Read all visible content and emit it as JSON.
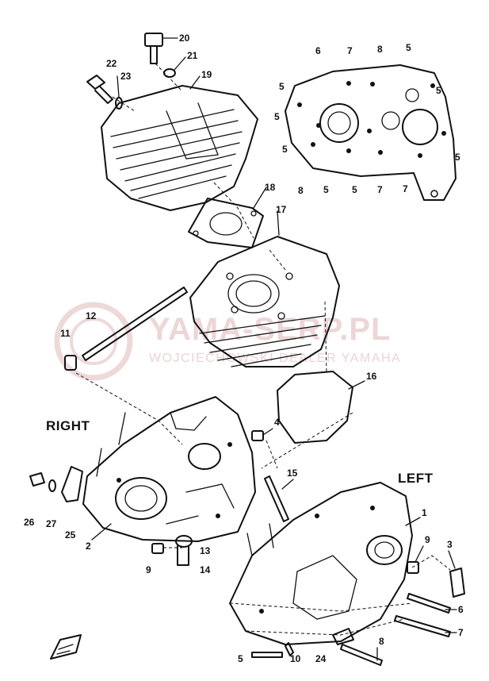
{
  "labels": {
    "right": "RIGHT",
    "left": "LEFT"
  },
  "watermark": {
    "main": "YAMA-SERP.PL",
    "sub": "WOJCIECHOWSKI DEALER YAMAHA",
    "color": "#e7c9c9"
  },
  "callouts": {
    "c1": "1",
    "c2": "2",
    "c3": "3",
    "c4": "4",
    "c5a": "5",
    "c5b": "5",
    "c5c": "5",
    "c5d": "5",
    "c5e": "5",
    "c5f": "5",
    "c5g": "5",
    "c5h": "5",
    "c5i": "5",
    "c6a": "6",
    "c6b": "6",
    "c7a": "7",
    "c7b": "7",
    "c7c": "7",
    "c7d": "7",
    "c8a": "8",
    "c8b": "8",
    "c8c": "8",
    "c9a": "9",
    "c9b": "9",
    "c10": "10",
    "c11": "11",
    "c12": "12",
    "c13": "13",
    "c14": "14",
    "c15": "15",
    "c16": "16",
    "c17": "17",
    "c18": "18",
    "c19": "19",
    "c20": "20",
    "c21": "21",
    "c22": "22",
    "c23": "23",
    "c24": "24",
    "c25": "25",
    "c26": "26",
    "c27": "27"
  },
  "icons": {
    "front_arrow": "front-arrow-icon"
  }
}
